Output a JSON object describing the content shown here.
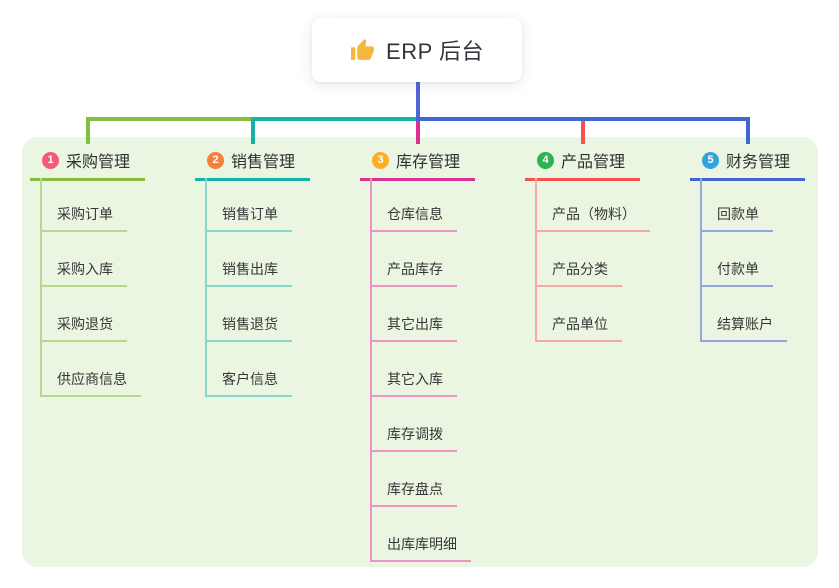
{
  "root": {
    "icon": "thumbs-up",
    "title": "ERP 后台"
  },
  "panel_bg": "#eaf5e2",
  "root_connector_color": "#5066d4",
  "branches": [
    {
      "num": "1",
      "key": "purchase",
      "label": "采购管理",
      "badge_color": "#f95979",
      "color": "#85bd40",
      "light_color": "#b4d98b",
      "items": [
        "采购订单",
        "采购入库",
        "采购退货",
        "供应商信息"
      ]
    },
    {
      "num": "2",
      "key": "sales",
      "label": "销售管理",
      "badge_color": "#f5813c",
      "color": "#15b2a7",
      "light_color": "#89d6ce",
      "items": [
        "销售订单",
        "销售出库",
        "销售退货",
        "客户信息"
      ]
    },
    {
      "num": "3",
      "key": "inventory",
      "label": "库存管理",
      "badge_color": "#fbaf24",
      "color": "#da3092",
      "light_color": "#ef92c4",
      "items": [
        "仓库信息",
        "产品库存",
        "其它出库",
        "其它入库",
        "库存调拨",
        "库存盘点",
        "出库库明细"
      ]
    },
    {
      "num": "4",
      "key": "product",
      "label": "产品管理",
      "badge_color": "#2eb350",
      "color": "#f4524a",
      "light_color": "#f9a8a1",
      "items": [
        "产品（物料）",
        "产品分类",
        "产品单位"
      ]
    },
    {
      "num": "5",
      "key": "finance",
      "label": "财务管理",
      "badge_color": "#30a5dd",
      "color": "#4166d0",
      "light_color": "#94a7dd",
      "items": [
        "回款单",
        "付款单",
        "结算账户"
      ]
    }
  ]
}
